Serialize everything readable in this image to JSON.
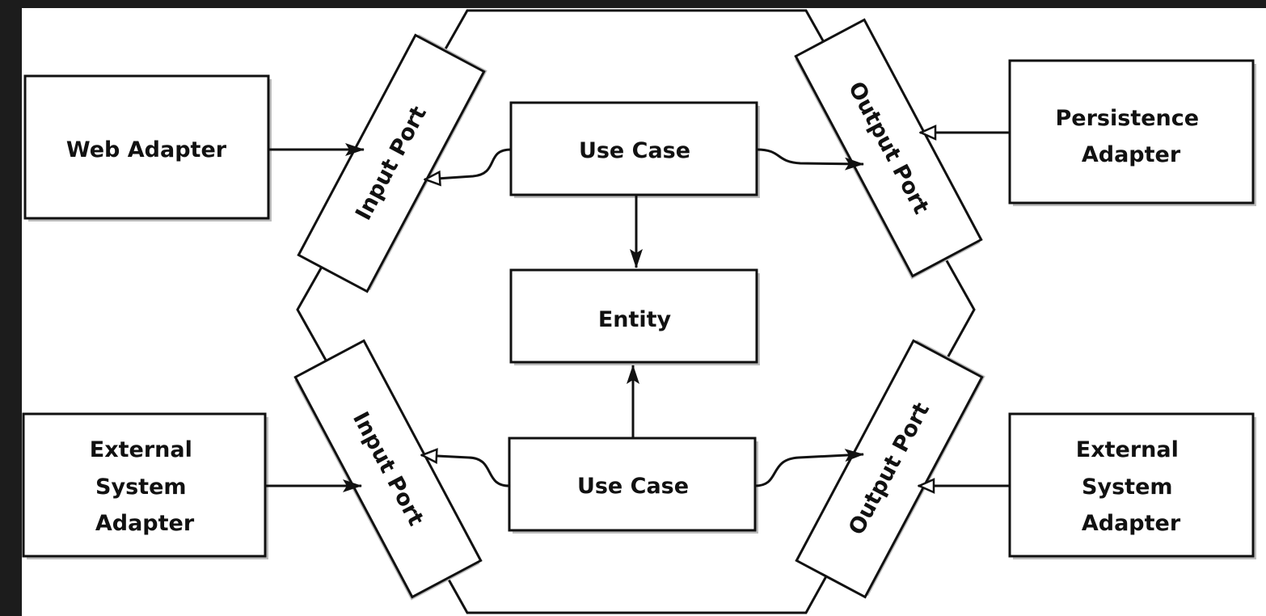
{
  "diagram": {
    "nodes": {
      "web_adapter": {
        "lines": [
          "Web Adapter"
        ]
      },
      "persistence_adapter": {
        "lines": [
          "Persistence",
          "Adapter"
        ]
      },
      "external_system_adapter_left": {
        "lines": [
          "External",
          "System",
          "Adapter"
        ]
      },
      "external_system_adapter_right": {
        "lines": [
          "External",
          "System",
          "Adapter"
        ]
      },
      "input_port_top": {
        "lines": [
          "Input Port"
        ]
      },
      "input_port_bottom": {
        "lines": [
          "Input Port"
        ]
      },
      "output_port_top": {
        "lines": [
          "Output Port"
        ]
      },
      "output_port_bottom": {
        "lines": [
          "Output Port"
        ]
      },
      "use_case_top": {
        "lines": [
          "Use Case"
        ]
      },
      "use_case_bottom": {
        "lines": [
          "Use Case"
        ]
      },
      "entity": {
        "lines": [
          "Entity"
        ]
      }
    },
    "edges": [
      {
        "from": "web_adapter",
        "to": "input_port_top",
        "head": "filled"
      },
      {
        "from": "use_case_top",
        "to": "input_port_top",
        "head": "hollow"
      },
      {
        "from": "use_case_top",
        "to": "output_port_top",
        "head": "filled"
      },
      {
        "from": "persistence_adapter",
        "to": "output_port_top",
        "head": "hollow"
      },
      {
        "from": "use_case_top",
        "to": "entity",
        "head": "filled"
      },
      {
        "from": "use_case_bottom",
        "to": "entity",
        "head": "filled"
      },
      {
        "from": "external_system_adapter_left",
        "to": "input_port_bottom",
        "head": "filled"
      },
      {
        "from": "use_case_bottom",
        "to": "input_port_bottom",
        "head": "hollow"
      },
      {
        "from": "use_case_bottom",
        "to": "output_port_bottom",
        "head": "filled"
      },
      {
        "from": "external_system_adapter_right",
        "to": "output_port_bottom",
        "head": "hollow"
      }
    ],
    "colors": {
      "stroke": "#111111",
      "shadow": "#bdbdbd",
      "fill": "#ffffff"
    }
  }
}
